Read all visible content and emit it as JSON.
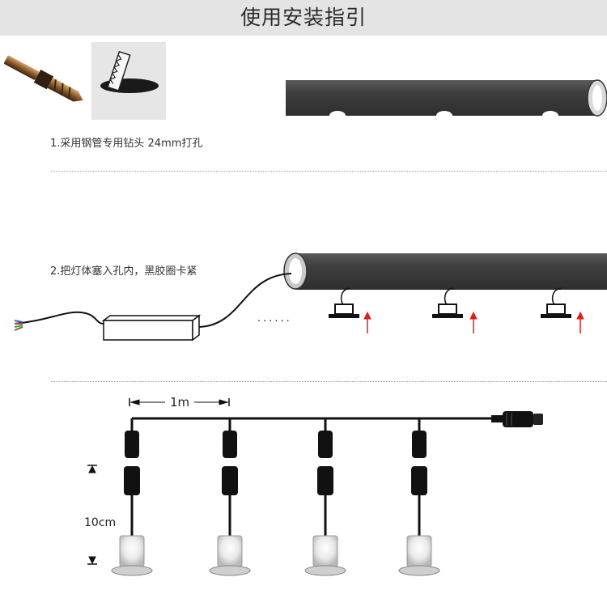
{
  "title": "使用安装指引",
  "step1": "1.采用钢管专用钻头 24mm打孔",
  "step2": "2.把灯体塞入孔内，黑胶圈卡紧",
  "dots": "......",
  "dim_spacing": "1m",
  "dim_length": "10cm",
  "icons": {
    "drill": "drill-bit-icon",
    "saw": "hole-saw-icon",
    "tube": "steel-tube-icon",
    "driver": "power-driver-icon",
    "connector": "waterproof-connector-icon",
    "light": "deck-light-icon"
  },
  "colors": {
    "tube": "#454545",
    "arrow": "#e01d1d",
    "cable": "#111111",
    "header_bg": "#e4e4e4"
  }
}
